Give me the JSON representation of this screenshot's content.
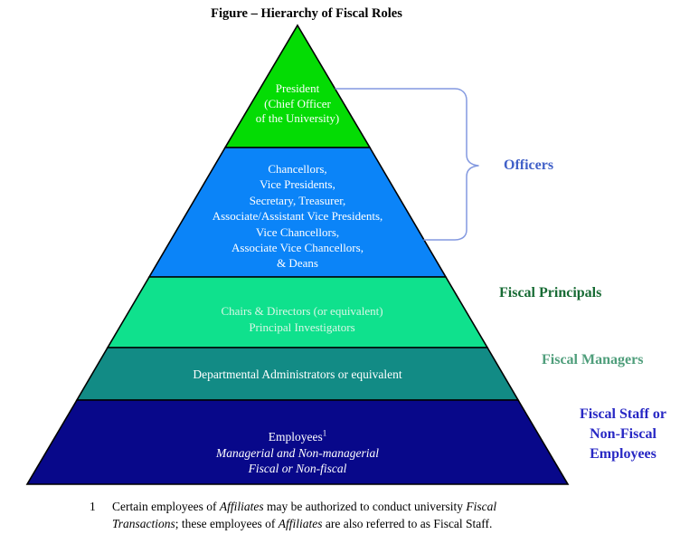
{
  "title": "Figure – Hierarchy of Fiscal Roles",
  "pyramid": {
    "levels": [
      {
        "name": "president",
        "color": "#04DC04",
        "text_color": "#FFFFFF",
        "lines": [
          {
            "text": "President"
          },
          {
            "text": "(Chief Officer"
          },
          {
            "text": "of the University)"
          }
        ]
      },
      {
        "name": "officers",
        "color": "#0B84F8",
        "text_color": "#FFFFFF",
        "lines": [
          {
            "text": "Chancellors,"
          },
          {
            "text": "Vice Presidents,"
          },
          {
            "text": "Secretary, Treasurer,"
          },
          {
            "text": "Associate/Assistant Vice Presidents,"
          },
          {
            "text": "Vice Chancellors,"
          },
          {
            "text": "Associate Vice Chancellors,"
          },
          {
            "text": "& Deans"
          }
        ]
      },
      {
        "name": "fiscal-principals",
        "color": "#0FE18D",
        "text_color": "#D9F6E6",
        "lines": [
          {
            "text": "Chairs & Directors (or equivalent)"
          },
          {
            "text": "Principal Investigators"
          }
        ]
      },
      {
        "name": "fiscal-managers",
        "color": "#128B85",
        "text_color": "#FFFFFF",
        "lines": [
          {
            "text": "Departmental Administrators or equivalent"
          }
        ]
      },
      {
        "name": "fiscal-staff",
        "color": "#08088A",
        "text_color": "#FFFFFF",
        "lines": [
          {
            "text": "Employees",
            "sup": "1"
          },
          {
            "text": "Managerial and Non-managerial",
            "italic": true
          },
          {
            "text": "Fiscal or Non-fiscal",
            "italic": true
          }
        ]
      }
    ]
  },
  "side_labels": {
    "officers": {
      "text": "Officers",
      "color": "#4060C8"
    },
    "fiscal_principals": {
      "text": "Fiscal Principals",
      "color": "#176B34"
    },
    "fiscal_managers": {
      "text": "Fiscal Managers",
      "color": "#4F9E7B"
    },
    "fiscal_staff": {
      "lines": [
        "Fiscal Staff or",
        "Non-Fiscal",
        "Employees"
      ],
      "color": "#2828C4"
    }
  },
  "brace_color": "#8399E0",
  "outline_color": "#000000",
  "footnote": {
    "marker": "1",
    "lines": [
      [
        {
          "text": "Certain employees of "
        },
        {
          "text": "Affiliates",
          "italic": true
        },
        {
          "text": " may be authorized to conduct university "
        },
        {
          "text": "Fiscal",
          "italic": true
        }
      ],
      [
        {
          "text": "Transactions",
          "italic": true
        },
        {
          "text": "; these employees of "
        },
        {
          "text": "Affiliates",
          "italic": true
        },
        {
          "text": " are also referred to as Fiscal Staff."
        }
      ]
    ]
  }
}
